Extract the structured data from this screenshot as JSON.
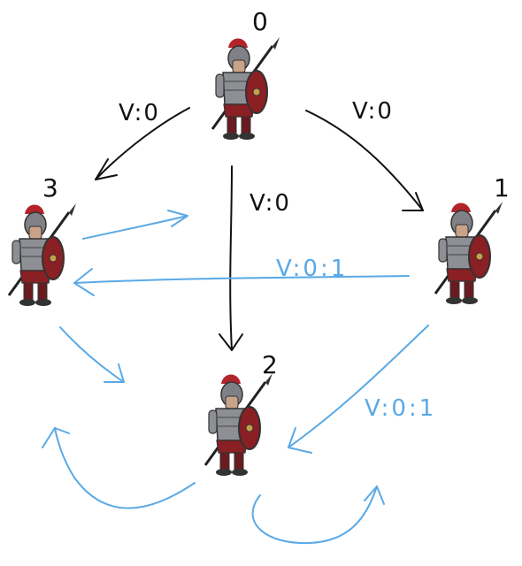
{
  "nodes": [
    {
      "id": "0",
      "label": "0",
      "icon": "roman-soldier-icon"
    },
    {
      "id": "1",
      "label": "1",
      "icon": "roman-soldier-icon"
    },
    {
      "id": "2",
      "label": "2",
      "icon": "roman-soldier-icon"
    },
    {
      "id": "3",
      "label": "3",
      "icon": "roman-soldier-icon"
    }
  ],
  "edges": [
    {
      "from": "0",
      "to": "3",
      "label": "V:0",
      "color": "#111111"
    },
    {
      "from": "0",
      "to": "1",
      "label": "V:0",
      "color": "#111111"
    },
    {
      "from": "0",
      "to": "2",
      "label": "V:0",
      "color": "#111111"
    },
    {
      "from": "1",
      "to": "3",
      "label": "V:0:1",
      "color": "#5aa9e6"
    },
    {
      "from": "1",
      "to": "2",
      "label": "V:0:1",
      "color": "#5aa9e6"
    },
    {
      "from": "3",
      "to": "right",
      "label": "",
      "color": "#5aa9e6"
    },
    {
      "from": "3",
      "to": "down",
      "label": "",
      "color": "#5aa9e6"
    },
    {
      "from": "2",
      "to": "left",
      "label": "",
      "color": "#5aa9e6"
    },
    {
      "from": "2",
      "to": "right",
      "label": "",
      "color": "#5aa9e6"
    }
  ],
  "colors": {
    "ink": "#111111",
    "blue": "#5aa9e6",
    "shield": "#8a1f24",
    "armor": "#8d8f94",
    "crest": "#b3242a"
  }
}
